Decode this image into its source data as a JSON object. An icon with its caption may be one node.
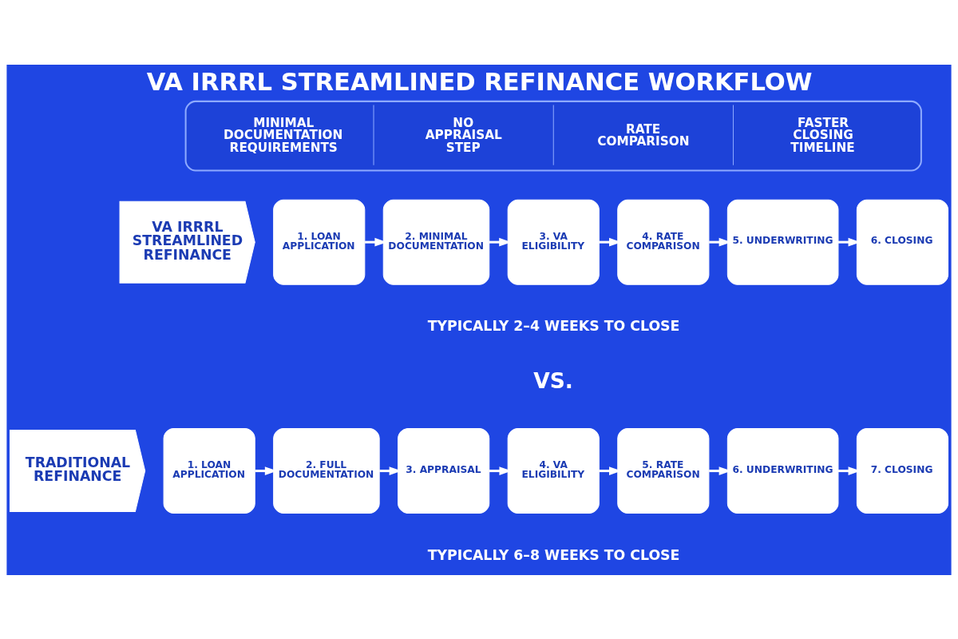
{
  "diagram": {
    "title": "VA IRRRL STREAMLINED REFINANCE WORKFLOW",
    "nodes": [
      {
        "text": [
          "MINIMAL DOCUMENTATION REQUIREMENTS",
          "NO APPRAISAL STEP",
          "RATE COMPARISON",
          "FASTER CLOSING TIMELINE"
        ]
      },
      {
        "text": [
          "VA IRRRL STREAMLINED REFINANCE"
        ]
      },
      {
        "text": [
          "1. LOAN APPLICATION"
        ]
      },
      {
        "text": [
          "2. MINIMAL DOCUMENTATION"
        ]
      },
      {
        "text": [
          "3. VA ELIGIBILITY"
        ]
      },
      {
        "text": [
          "4. RATE COMPARISON"
        ]
      },
      {
        "text": [
          "5. UNDERWRITING"
        ]
      },
      {
        "text": [
          "6. CLOSING"
        ]
      },
      {
        "text": [
          "TRADITIONAL REFINANCE"
        ]
      },
      {
        "text": [
          "1. LOAN APPLICATION"
        ]
      },
      {
        "text": [
          "2. FULL DOCUMENTATION"
        ]
      },
      {
        "text": [
          "3. APPRAISAL"
        ]
      },
      {
        "text": [
          "4. VA ELIGIBILITY"
        ]
      },
      {
        "text": [
          "5. RATE COMPARISON"
        ]
      },
      {
        "text": [
          "6. UNDERWRITING"
        ]
      },
      {
        "text": [
          "7. CLOSING"
        ]
      }
    ],
    "edges": [
      {
        "from": 2,
        "to": 3,
        "arrow": "to"
      },
      {
        "from": 3,
        "to": 4,
        "arrow": "to"
      },
      {
        "from": 4,
        "to": 5,
        "arrow": "to"
      },
      {
        "from": 5,
        "to": 6,
        "arrow": "to"
      },
      {
        "from": 6,
        "to": 7,
        "arrow": "to"
      },
      {
        "from": 9,
        "to": 10,
        "arrow": "to"
      },
      {
        "from": 10,
        "to": 11,
        "arrow": "to"
      },
      {
        "from": 11,
        "to": 12,
        "arrow": "to"
      },
      {
        "from": 12,
        "to": 13,
        "arrow": "to"
      },
      {
        "from": 13,
        "to": 14,
        "arrow": "to"
      },
      {
        "from": 14,
        "to": 15,
        "arrow": "to"
      }
    ],
    "labels": [
      "TYPICALLY 2–4 WEEKS TO CLOSE",
      "VS.",
      "TYPICALLY 6–8 WEEKS TO CLOSE"
    ]
  }
}
